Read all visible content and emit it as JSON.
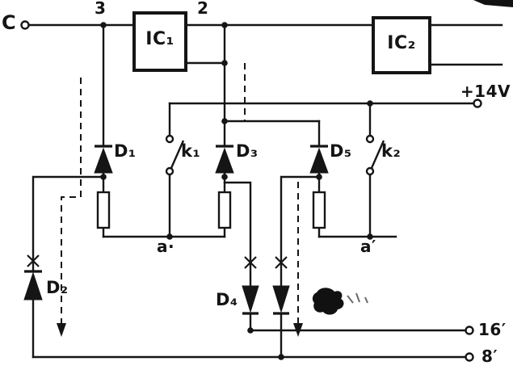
{
  "labels": {
    "terminal_c": "C",
    "node_3": "3",
    "node_2": "2",
    "ic1": "IC₁",
    "ic2": "IC₂",
    "d1": "D₁",
    "d2": "D₂",
    "d3": "D₃",
    "d4": "D₄",
    "d5": "D₅",
    "k1": "k₁",
    "k2": "k₂",
    "tap_a": "a·",
    "tap_a_prime": "a′",
    "supply": "+14V",
    "out_16": "16′",
    "out_8": "8′"
  },
  "colors": {
    "ink": "#151515",
    "paper": "#ffffff"
  }
}
